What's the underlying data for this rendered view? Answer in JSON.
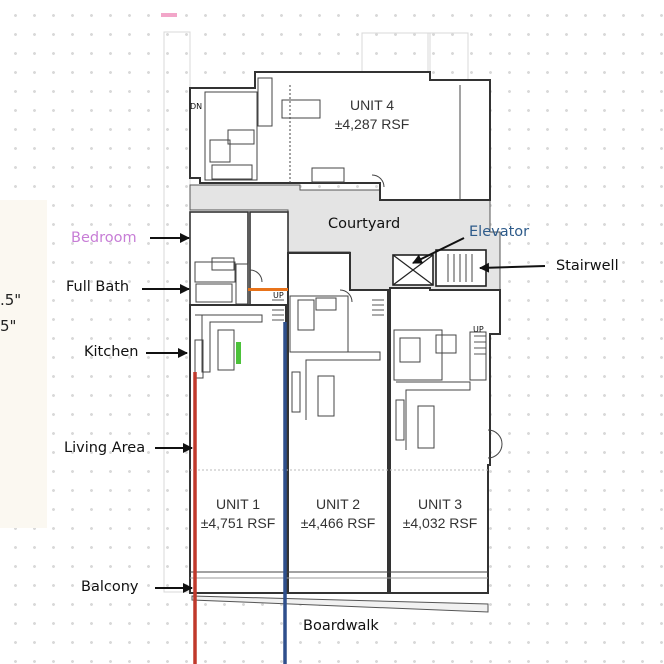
{
  "labels": {
    "bedroom": "Bedroom",
    "full_bath": "Full Bath",
    "kitchen": "Kitchen",
    "living_area": "Living Area",
    "balcony": "Balcony",
    "courtyard": "Courtyard",
    "elevator": "Elevator",
    "stairwell": "Stairwell",
    "boardwalk": "Boardwalk"
  },
  "units": [
    {
      "name": "UNIT 4",
      "area": "±4,287 RSF"
    },
    {
      "name": "UNIT 1",
      "area": "±4,751 RSF"
    },
    {
      "name": "UNIT 2",
      "area": "±4,466 RSF"
    },
    {
      "name": "UNIT 3",
      "area": "±4,032 RSF"
    }
  ],
  "plan_marks": {
    "dn": "DN",
    "up": "UP"
  },
  "cutoff_text": [
    ".5\"",
    "5\""
  ],
  "colors": {
    "bedroom_label": "#c77dd6",
    "elevator_label": "#2e5b8a",
    "red_line": "#c0392b",
    "blue_line": "#2e4f8c",
    "orange_mark": "#e8731a",
    "green_mark": "#4cc23a",
    "courtyard_fill": "#e6e6e6"
  }
}
